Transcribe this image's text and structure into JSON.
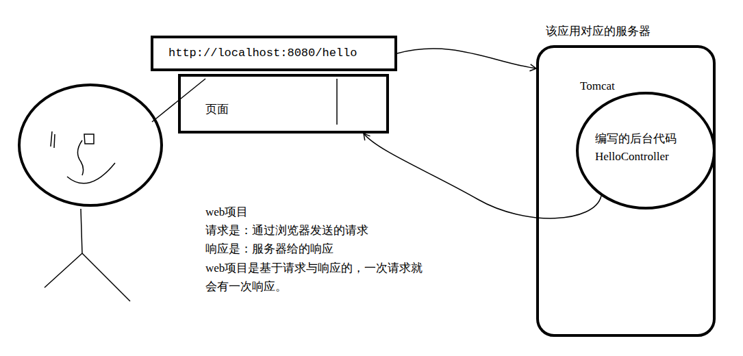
{
  "diagram": {
    "nodes": [
      {
        "text": [
          "http://localhost:8080/hello"
        ]
      },
      {
        "text": [
          "页面"
        ]
      },
      {
        "text": [
          "该应用对应的服务器",
          "Tomcat"
        ]
      },
      {
        "text": [
          "编写的后台代码 HelloController"
        ],
        "in": 2
      }
    ],
    "edges": [
      {
        "from": 0,
        "to": 2,
        "arrow": "to"
      },
      {
        "from": 3,
        "to": 1,
        "arrow": "to"
      }
    ],
    "labels": [
      "web项目",
      "请求是：通过浏览器发送的请求",
      "响应是：服务器给的响应",
      "web项目是基于请求与响应的，一次请求就",
      "会有一次响应。"
    ]
  }
}
